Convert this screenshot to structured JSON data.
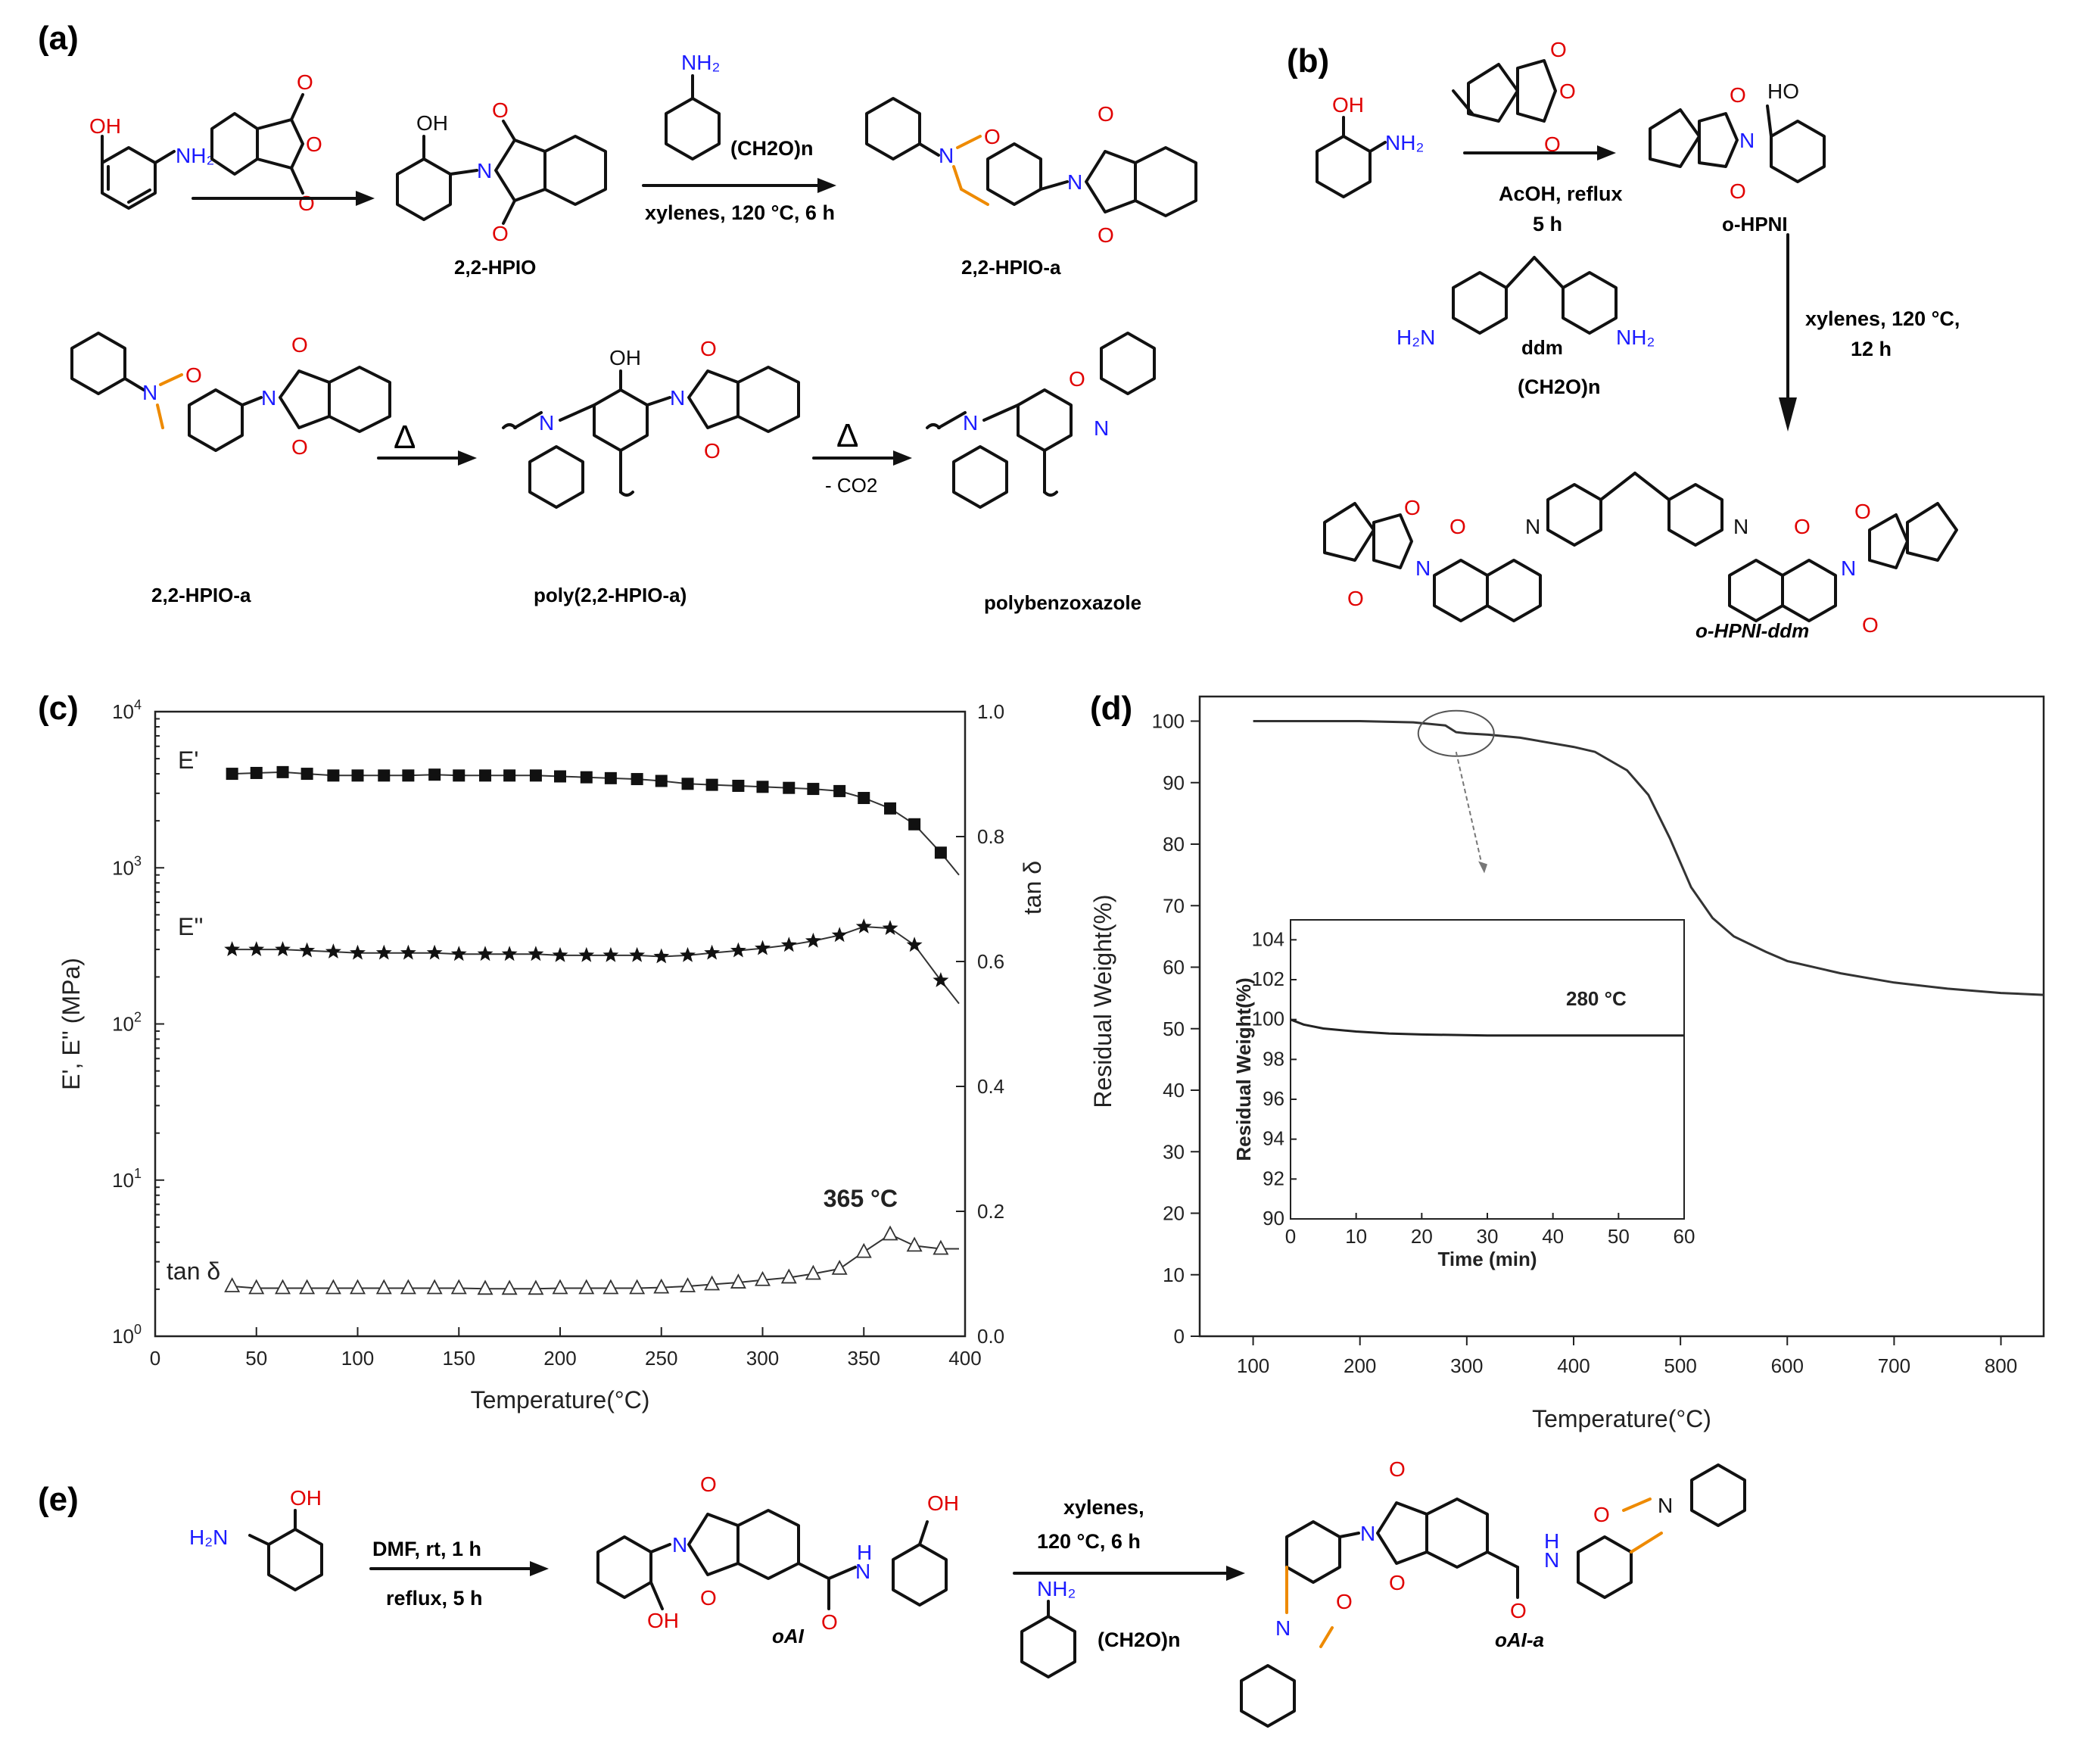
{
  "panels": {
    "a": {
      "label": "(a)",
      "reagent_top": "(CH2O)n",
      "condition": "xylenes, 120 °C, 6 h",
      "compounds": [
        "2,2-HPIO",
        "2,2-HPIO-a",
        "2,2-HPIO-a",
        "poly(2,2-HPIO-a)",
        "polybenzoxazole"
      ],
      "heat_symbol": "Δ",
      "co2_loss": "- CO2"
    },
    "b": {
      "label": "(b)",
      "condition1": "AcOH, reflux",
      "condition1b": "5 h",
      "product1": "o-HPNI",
      "diamine": "ddm",
      "reagent": "(CH2O)n",
      "condition2": "xylenes, 120 °C,",
      "condition2b": "12 h",
      "product2": "o-HPNI-ddm"
    },
    "e": {
      "label": "(e)",
      "cond1a": "DMF, rt, 1 h",
      "cond1b": "reflux, 5 h",
      "product1": "oAI",
      "cond2a": "xylenes,",
      "cond2b": "120 °C, 6 h",
      "reagent": "(CH2O)n",
      "product2": "oAI-a"
    }
  },
  "chart_data": [
    {
      "panel": "(c)",
      "type": "line",
      "xlabel": "Temperature(°C)",
      "ylabel": "E', E'' (MPa)",
      "ylabel_right": "tan δ",
      "xlim": [
        0,
        400
      ],
      "xticks": [
        0,
        50,
        100,
        150,
        200,
        250,
        300,
        350,
        400
      ],
      "ylim_log": [
        1,
        10000
      ],
      "yticks_left": [
        "10^0",
        "10^1",
        "10^2",
        "10^3",
        "10^4"
      ],
      "ylim_right": [
        0.0,
        1.0
      ],
      "yticks_right": [
        "0.0",
        "0.2",
        "0.4",
        "0.6",
        "0.8",
        "1.0"
      ],
      "annotation": "365 °C",
      "series": [
        {
          "name": "E'",
          "axis": "left-log",
          "marker": "square",
          "x": [
            38,
            50,
            63,
            75,
            88,
            100,
            113,
            125,
            138,
            150,
            163,
            175,
            188,
            200,
            213,
            225,
            238,
            250,
            263,
            275,
            288,
            300,
            313,
            325,
            338,
            350,
            363,
            375,
            388,
            397
          ],
          "y": [
            4000,
            4050,
            4100,
            4000,
            3900,
            3900,
            3900,
            3900,
            3950,
            3900,
            3900,
            3900,
            3900,
            3850,
            3800,
            3750,
            3700,
            3600,
            3450,
            3400,
            3350,
            3300,
            3250,
            3200,
            3100,
            2800,
            2400,
            1900,
            1250,
            900
          ]
        },
        {
          "name": "E''",
          "axis": "left-log",
          "marker": "star",
          "x": [
            38,
            50,
            63,
            75,
            88,
            100,
            113,
            125,
            138,
            150,
            163,
            175,
            188,
            200,
            213,
            225,
            238,
            250,
            263,
            275,
            288,
            300,
            313,
            325,
            338,
            350,
            363,
            375,
            388,
            397
          ],
          "y": [
            300,
            300,
            300,
            295,
            290,
            285,
            285,
            285,
            285,
            280,
            280,
            280,
            280,
            275,
            275,
            275,
            275,
            270,
            275,
            285,
            295,
            305,
            320,
            340,
            370,
            420,
            410,
            320,
            190,
            135
          ]
        },
        {
          "name": "tan δ",
          "axis": "right",
          "marker": "open-triangle",
          "x": [
            38,
            50,
            63,
            75,
            88,
            100,
            113,
            125,
            138,
            150,
            163,
            175,
            188,
            200,
            213,
            225,
            238,
            250,
            263,
            275,
            288,
            300,
            313,
            325,
            338,
            350,
            363,
            375,
            388,
            397
          ],
          "y": [
            0.08,
            0.077,
            0.077,
            0.077,
            0.077,
            0.077,
            0.077,
            0.077,
            0.077,
            0.077,
            0.076,
            0.076,
            0.076,
            0.077,
            0.077,
            0.077,
            0.077,
            0.078,
            0.08,
            0.083,
            0.086,
            0.09,
            0.094,
            0.1,
            0.108,
            0.135,
            0.163,
            0.145,
            0.14,
            0.14
          ]
        }
      ]
    },
    {
      "panel": "(d)",
      "type": "line",
      "xlabel": "Temperature(°C)",
      "ylabel": "Residual Weight(%)",
      "xlim": [
        50,
        840
      ],
      "xticks": [
        100,
        200,
        300,
        400,
        500,
        600,
        700,
        800
      ],
      "ylim": [
        0,
        104
      ],
      "yticks": [
        0,
        10,
        20,
        30,
        40,
        50,
        60,
        70,
        80,
        90,
        100
      ],
      "series": [
        {
          "x": [
            100,
            150,
            200,
            250,
            280,
            290,
            300,
            320,
            350,
            400,
            420,
            450,
            470,
            490,
            500,
            510,
            530,
            550,
            580,
            600,
            650,
            700,
            750,
            800,
            840
          ],
          "y": [
            100,
            100,
            100,
            99.8,
            99.3,
            98.2,
            98.0,
            97.8,
            97.3,
            95.8,
            95.0,
            92.0,
            88.0,
            81.0,
            77.0,
            73.0,
            68.0,
            65.0,
            62.5,
            61.0,
            59.0,
            57.5,
            56.5,
            55.8,
            55.5
          ]
        }
      ],
      "inset": {
        "xlabel": "Time (min)",
        "ylabel": "Residual Weight(%)",
        "xlim": [
          0,
          60
        ],
        "xticks": [
          0,
          10,
          20,
          30,
          40,
          50,
          60
        ],
        "ylim": [
          90,
          105
        ],
        "yticks": [
          90,
          92,
          94,
          96,
          98,
          100,
          102,
          104
        ],
        "annotation": "280 °C",
        "x": [
          0,
          2,
          5,
          10,
          15,
          20,
          30,
          40,
          50,
          60
        ],
        "y": [
          100.0,
          99.75,
          99.55,
          99.4,
          99.3,
          99.25,
          99.2,
          99.2,
          99.2,
          99.2
        ]
      }
    }
  ]
}
